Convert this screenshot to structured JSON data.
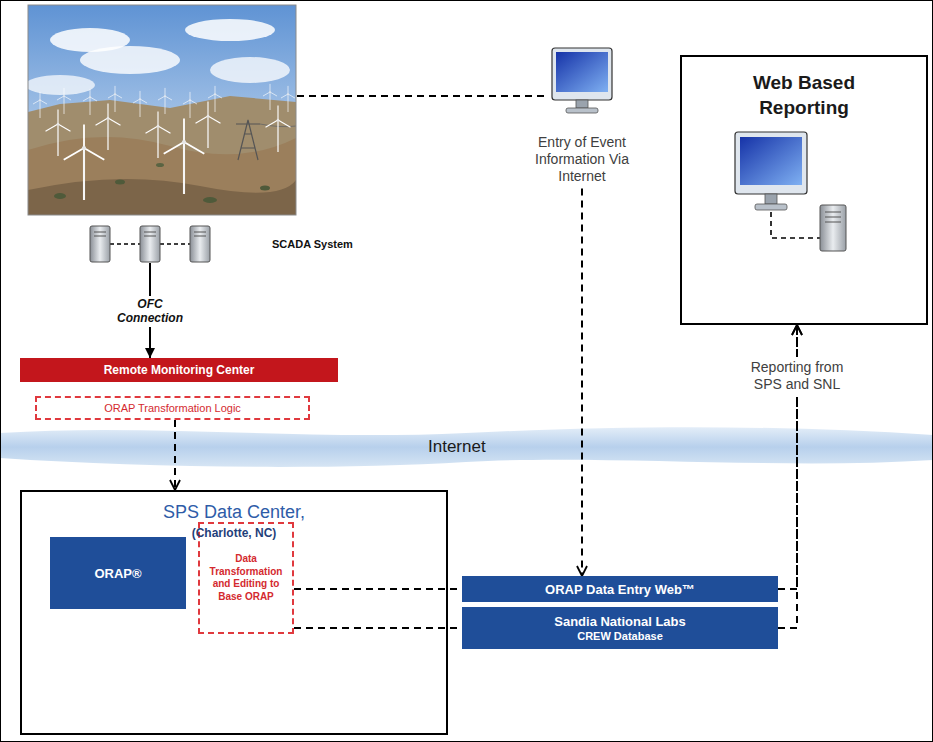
{
  "diagram": {
    "nodes": [
      {
        "text": [
          "Entry of Event Information Via Internet"
        ]
      },
      {
        "text": [
          "Web Based Reporting"
        ]
      },
      {
        "text": [
          "Remote Monitoring Center"
        ]
      },
      {
        "text": [
          "ORAP Transformation Logic"
        ]
      },
      {
        "text": [
          "Internet"
        ]
      },
      {
        "text": [
          "SPS Data Center,",
          "(Charlotte, NC)"
        ]
      },
      {
        "text": [
          "ORAP®"
        ],
        "in": 5
      },
      {
        "text": [
          "Data Transformation and Editing to Base ORAP"
        ],
        "in": 5
      },
      {
        "text": [
          "ORAP Data Entry Web™"
        ]
      },
      {
        "text": [
          "Sandia National Labs",
          "CREW Database"
        ]
      }
    ],
    "edges": [
      {
        "from": 3,
        "to": 5,
        "arrow": "to"
      },
      {
        "from": 0,
        "to": 8,
        "arrow": "to"
      },
      {
        "from": 7,
        "to": 8,
        "arrow": "none"
      },
      {
        "from": 7,
        "to": 9,
        "arrow": "none"
      },
      {
        "from": 8,
        "to": 1,
        "arrow": "to",
        "label": "Reporting from SPS and SNL"
      },
      {
        "from": 9,
        "to": 1,
        "arrow": "to"
      }
    ],
    "labels": [
      "SCADA System",
      "OFC Connection"
    ]
  }
}
